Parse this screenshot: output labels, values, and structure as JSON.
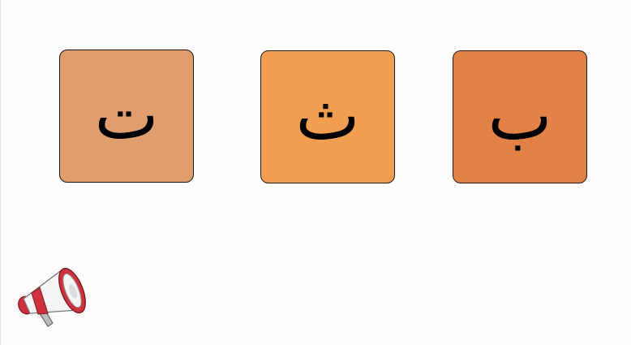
{
  "cards": [
    {
      "letter": "ت",
      "color": "#e09d6e"
    },
    {
      "letter": "ث",
      "color": "#f09e4f"
    },
    {
      "letter": "ب",
      "color": "#e28246"
    }
  ],
  "icons": {
    "speaker": "megaphone-icon"
  },
  "colors": {
    "megaphone_red": "#d0313f",
    "megaphone_white": "#f4f4f4"
  }
}
